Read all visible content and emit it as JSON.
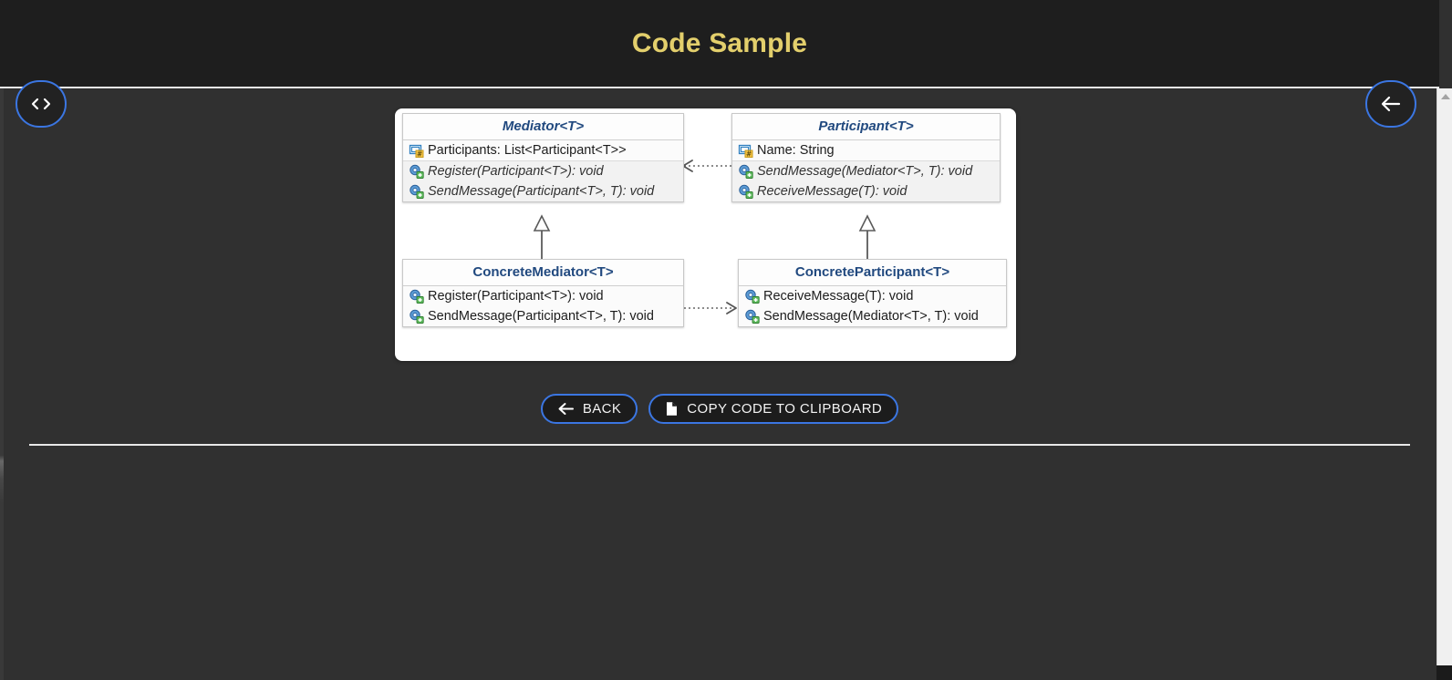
{
  "header": {
    "title": "Code Sample",
    "accent_color": "#e3cf6c",
    "background_color": "#1e1e1e"
  },
  "page": {
    "background_color": "#303030",
    "button_border_color": "#3b76e2"
  },
  "fab_left": {
    "name": "view-code",
    "icon": "code-brackets-icon"
  },
  "fab_right": {
    "name": "go-back",
    "icon": "arrow-left-icon"
  },
  "diagram": {
    "type": "uml-class-diagram",
    "pattern": "Mediator",
    "classes": [
      {
        "id": "mediator",
        "name": "Mediator<T>",
        "abstract": true,
        "fields": [
          {
            "icon": "field-icon",
            "label": "Participants: List<Participant<T>>"
          }
        ],
        "methods": [
          {
            "icon": "method-icon",
            "label": "Register(Participant<T>): void",
            "abstract": true
          },
          {
            "icon": "method-icon",
            "label": "SendMessage(Participant<T>, T): void",
            "abstract": true
          }
        ]
      },
      {
        "id": "participant",
        "name": "Participant<T>",
        "abstract": true,
        "fields": [
          {
            "icon": "field-icon",
            "label": "Name: String"
          }
        ],
        "methods": [
          {
            "icon": "method-icon",
            "label": "SendMessage(Mediator<T>, T): void",
            "abstract": true
          },
          {
            "icon": "method-icon",
            "label": "ReceiveMessage(T): void",
            "abstract": true
          }
        ]
      },
      {
        "id": "concrete-mediator",
        "name": "ConcreteMediator<T>",
        "abstract": false,
        "fields": [],
        "methods": [
          {
            "icon": "method-icon",
            "label": "Register(Participant<T>): void",
            "abstract": false
          },
          {
            "icon": "method-icon",
            "label": "SendMessage(Participant<T>, T): void",
            "abstract": false
          }
        ]
      },
      {
        "id": "concrete-participant",
        "name": "ConcreteParticipant<T>",
        "abstract": false,
        "fields": [],
        "methods": [
          {
            "icon": "method-icon",
            "label": "ReceiveMessage(T): void",
            "abstract": false
          },
          {
            "icon": "method-icon",
            "label": "SendMessage(Mediator<T>, T): void",
            "abstract": false
          }
        ]
      }
    ],
    "relations": [
      {
        "from": "participant",
        "to": "mediator",
        "style": "dotted",
        "arrow": "open",
        "kind": "dependency"
      },
      {
        "from": "concrete-mediator",
        "to": "mediator",
        "style": "solid",
        "arrow": "hollow-triangle",
        "kind": "generalization"
      },
      {
        "from": "concrete-participant",
        "to": "participant",
        "style": "solid",
        "arrow": "hollow-triangle",
        "kind": "generalization"
      },
      {
        "from": "concrete-mediator",
        "to": "concrete-participant",
        "style": "dotted",
        "arrow": "open",
        "kind": "dependency"
      }
    ]
  },
  "actions": {
    "back": {
      "label": "BACK",
      "icon": "arrow-left-icon"
    },
    "copy": {
      "label": "COPY CODE TO CLIPBOARD",
      "icon": "copy-file-icon"
    }
  },
  "scrollbar": {
    "up": "scroll-up-arrow",
    "down": "scroll-down-arrow"
  }
}
